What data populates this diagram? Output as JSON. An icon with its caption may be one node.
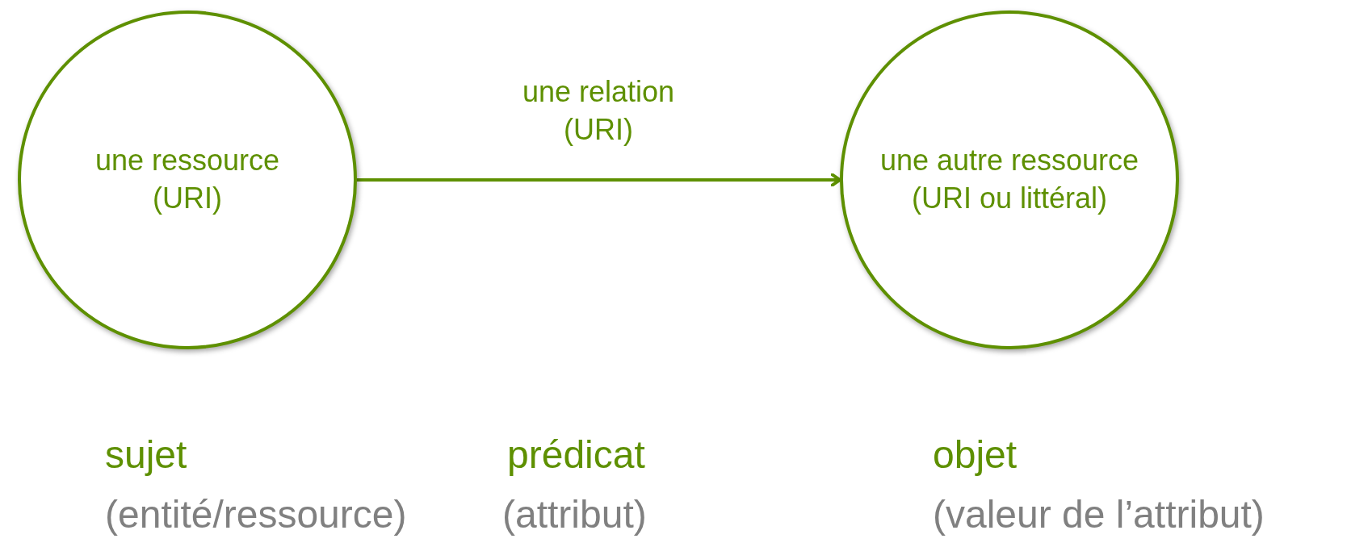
{
  "diagram": {
    "nodes": [
      {
        "text": [
          "une ressource (URI)"
        ]
      },
      {
        "text": [
          "une autre ressource (URI ou littéral)"
        ]
      }
    ],
    "edges": [
      {
        "from": 0,
        "to": 1,
        "arrow": "to",
        "label": "une relation (URI)"
      }
    ],
    "labels": [
      "sujet",
      "prédicat",
      "objet",
      "(entité/ressource)",
      "(attribut)",
      "(valeur de l’attribut)"
    ]
  }
}
